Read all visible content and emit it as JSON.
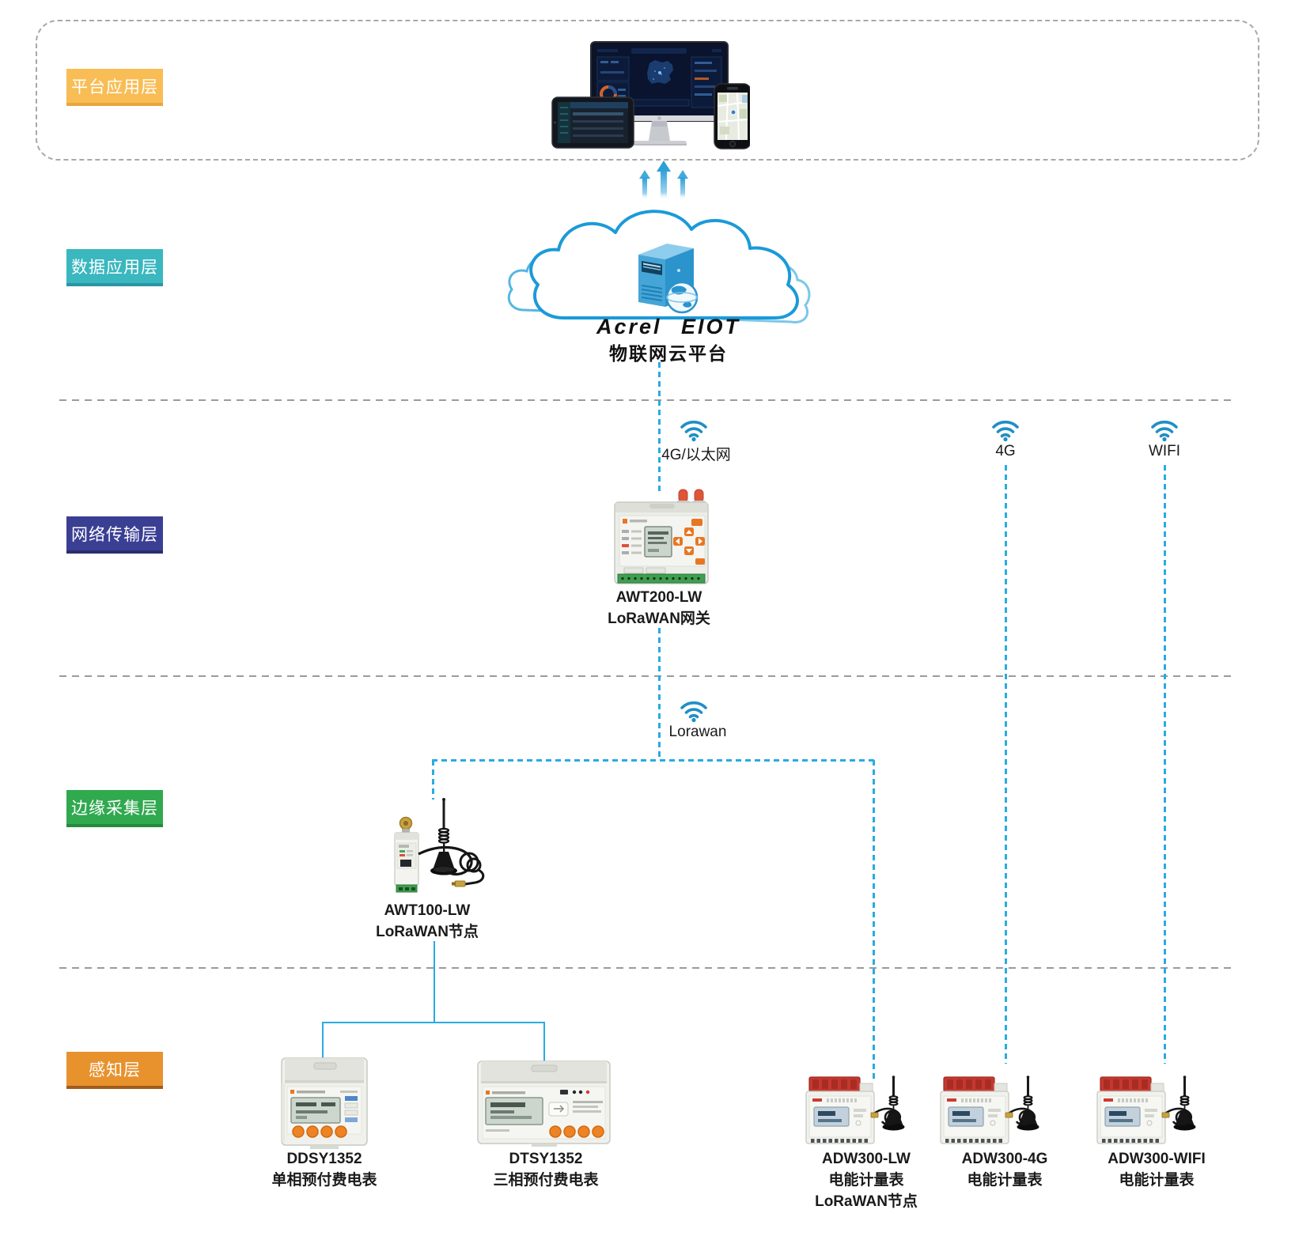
{
  "diagram": {
    "background": "#ffffff",
    "link_line_color": "#29abe2",
    "separator_color": "#9b9b9b",
    "wifi_icon_color": "#1e8fc6",
    "cloud_outline_color": "#1b9ad8",
    "arrow_color": "#2d9fd9"
  },
  "layers": [
    {
      "label": "平台应用层",
      "color": "#f8bd55",
      "edge_color": "#e9a53e"
    },
    {
      "label": "数据应用层",
      "color": "#3ab7bf",
      "edge_color": "#2995a3"
    },
    {
      "label": "网络传输层",
      "color": "#3a3f94",
      "edge_color": "#2b2e6e"
    },
    {
      "label": "边缘采集层",
      "color": "#30a94f",
      "edge_color": "#238c3d"
    },
    {
      "label": "感知层",
      "color": "#e8922e",
      "edge_color": "#a05c1c"
    }
  ],
  "cloud": {
    "title": "Acrel EIOT",
    "subtitle": "物联网云平台"
  },
  "links": {
    "gateway_uplink": "4G/以太网",
    "meter_4g": "4G",
    "meter_wifi": "WIFI",
    "lorawan": "Lorawan"
  },
  "devices": {
    "awt200": {
      "name": "AWT200-LW",
      "desc": "LoRaWAN网关"
    },
    "awt100": {
      "name": "AWT100-LW",
      "desc": "LoRaWAN节点"
    },
    "ddsy1352": {
      "name": "DDSY1352",
      "desc": "单相预付费电表"
    },
    "dtsy1352": {
      "name": "DTSY1352",
      "desc": "三相预付费电表"
    },
    "adw300_lw": {
      "name": "ADW300-LW",
      "desc": "电能计量表",
      "desc2": "LoRaWAN节点"
    },
    "adw300_4g": {
      "name": "ADW300-4G",
      "desc": "电能计量表"
    },
    "adw300_wifi": {
      "name": "ADW300-WIFI",
      "desc": "电能计量表"
    }
  }
}
